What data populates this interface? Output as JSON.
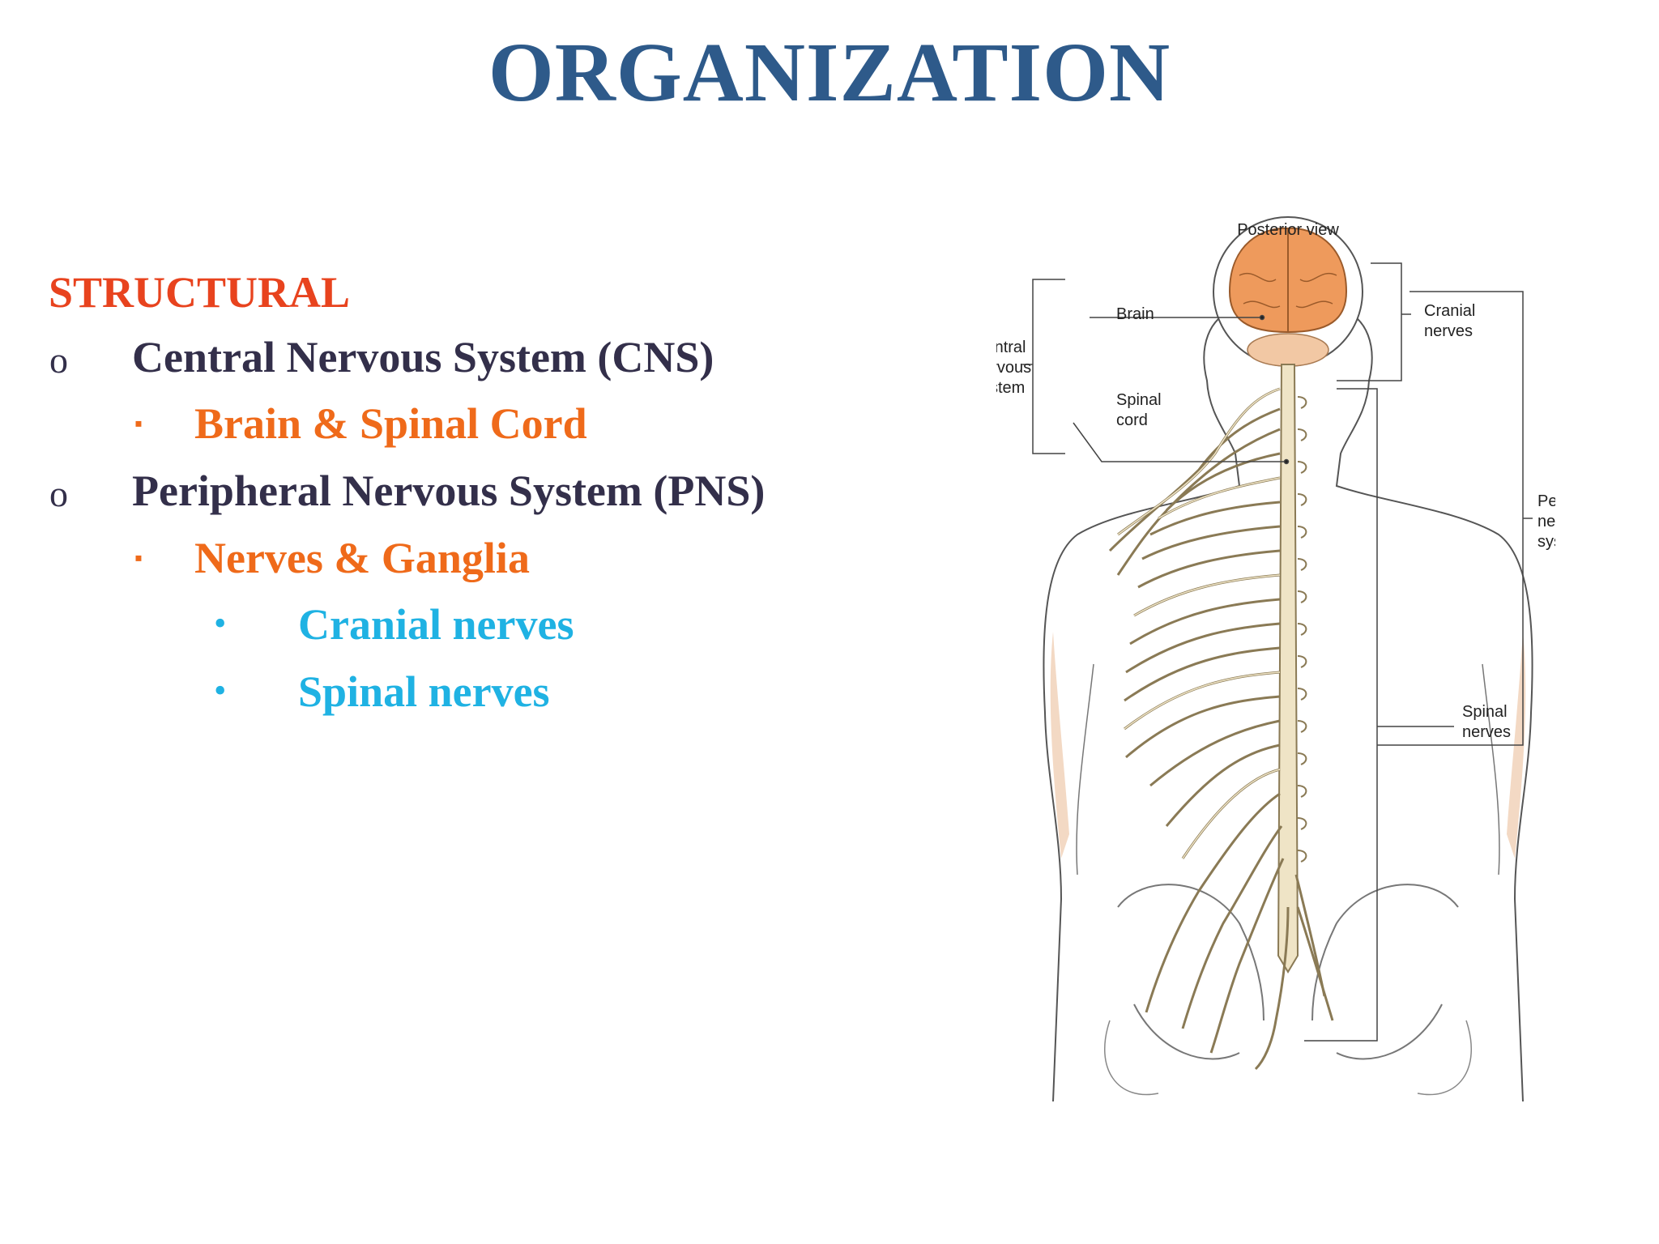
{
  "slide": {
    "title": "ORGANIZATION",
    "heading": "STRUCTURAL",
    "items": [
      {
        "marker": "o",
        "text": "Central Nervous System (CNS)"
      },
      {
        "marker": "▪",
        "text": "Brain & Spinal Cord"
      },
      {
        "marker": "o",
        "text": "Peripheral Nervous System (PNS)"
      },
      {
        "marker": "▪",
        "text": "Nerves & Ganglia"
      },
      {
        "marker": "•",
        "text": "Cranial nerves"
      },
      {
        "marker": "•",
        "text": "Spinal nerves"
      }
    ]
  },
  "figure": {
    "view_label": "Posterior view",
    "labels": {
      "brain": "Brain",
      "cns_line1": "Central",
      "cns_line2": "nervous",
      "cns_line3": "system",
      "spinal_cord_line1": "Spinal",
      "spinal_cord_line2": "cord",
      "cranial_line1": "Cranial",
      "cranial_line2": "nerves",
      "pns_line1": "Peripheral",
      "pns_line2": "nervous",
      "pns_line3": "system",
      "spinal_nerves_line1": "Spinal",
      "spinal_nerves_line2": "nerves"
    }
  },
  "colors": {
    "title": "#2e5a8a",
    "heading": "#e8431e",
    "level1": "#332f4a",
    "level2": "#ef6a1a",
    "level3": "#1fb2e3",
    "brain": "#ee9a5c",
    "nerve": "#efe4c6"
  }
}
